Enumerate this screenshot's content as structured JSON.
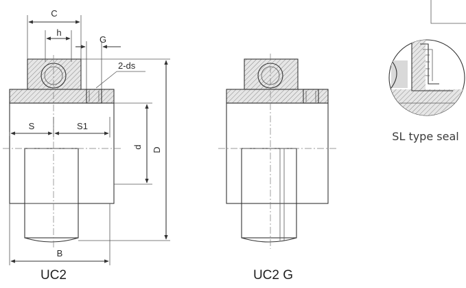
{
  "diagram": {
    "left_view": {
      "caption": "UC2",
      "dimensions": {
        "c": "C",
        "h": "h",
        "g": "G",
        "ds": "2-ds",
        "s": "S",
        "s1": "S1",
        "d": "d",
        "D": "D",
        "b": "B"
      }
    },
    "right_view": {
      "caption": "UC2 G"
    },
    "detail": {
      "caption": "SL type seal"
    }
  }
}
